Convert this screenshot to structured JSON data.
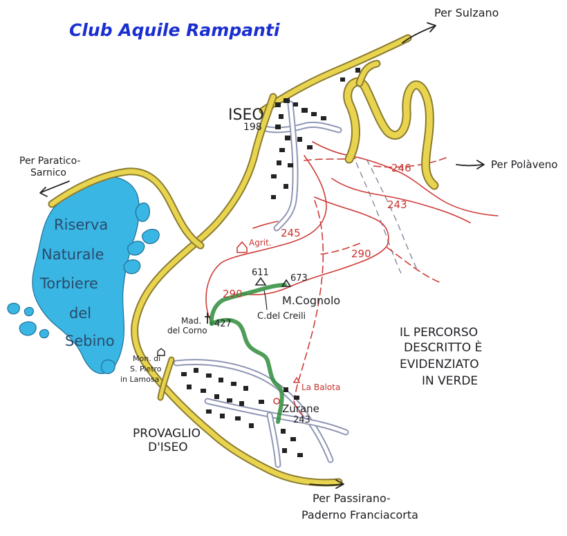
{
  "title": "Club Aquile Rampanti",
  "town_iseo": "ISEO",
  "town_iseo_elev": "198",
  "town_provaglio_l1": "PROVAGLIO",
  "town_provaglio_l2": "D'ISEO",
  "direction_sulzano": "Per Sulzano",
  "direction_polaveno": "Per Polàveno",
  "direction_paratico_l1": "Per Paratico-",
  "direction_paratico_l2": "Sarnico",
  "direction_passirano_l1": "Per Passirano-",
  "direction_passirano_l2": "Paderno Franciacorta",
  "reserve_lines": [
    "Riserva",
    "Naturale",
    "Torbiere",
    "del",
    "Sebino"
  ],
  "trail_246": "246",
  "trail_243": "243",
  "trail_245": "245",
  "trail_290a": "290",
  "trail_290b": "290",
  "agritur": "Agrit.",
  "peak_611": "611",
  "peak_673": "673",
  "mount_cognolo": "M.Cognolo",
  "col_creili": "C.del Creili",
  "madonna_l1": "Mad.",
  "madonna_l2": "del Corno",
  "elev_427": "427",
  "monastery_l1": "Mon. di",
  "monastery_l2": "S. Pietro",
  "monastery_l3": "in Lamosa",
  "la_balota": "La Balota",
  "zurane": "Zurane",
  "zurane_elev": "243",
  "legend_lines": [
    "IL PERCORSO",
    "DESCRITTO È",
    "EVIDENZIATO",
    "IN VERDE"
  ],
  "colors": {
    "lake": "#39b6e4",
    "road_main": "#e8d44e",
    "trail": "#cc3b37",
    "route_highlight": "#2f8c3b",
    "title": "#1a2fd0"
  }
}
